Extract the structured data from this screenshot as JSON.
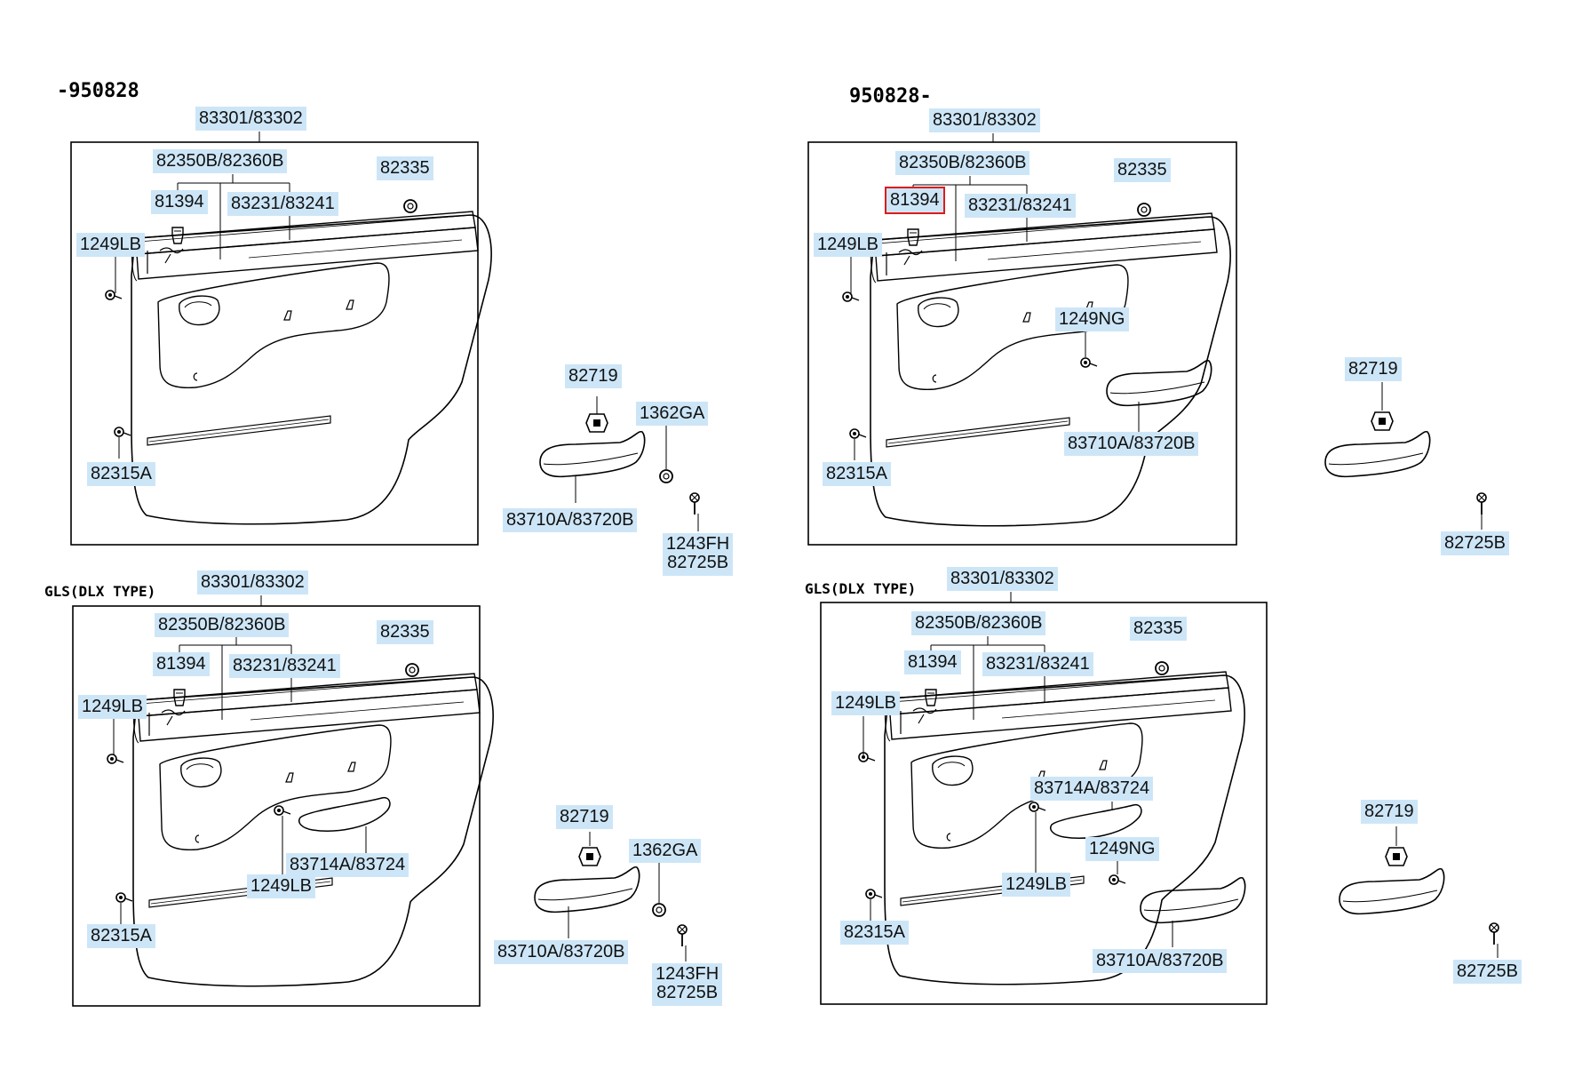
{
  "headers": {
    "q1": "-950828",
    "q2": "950828-",
    "q3": "GLS(DLX TYPE)",
    "q4": "GLS(DLX TYPE)"
  },
  "labels": {
    "q1": {
      "panel": "83301/83302",
      "trim": "82350B/82360B",
      "clip_top": "82335",
      "fastener": "81394",
      "weatherstrip": "83231/83241",
      "screw_side": "1249LB",
      "clip_bottom": "82315A",
      "cap": "82719",
      "handle": "83710A/83720B",
      "nut": "1362GA",
      "screw_cover_a": "1243FH",
      "screw_cover_b": "82725B"
    },
    "q2": {
      "panel": "83301/83302",
      "trim": "82350B/82360B",
      "clip_top": "82335",
      "fastener": "81394",
      "weatherstrip": "83231/83241",
      "screw_side": "1249LB",
      "screw_handle": "1249NG",
      "handle": "83710A/83720B",
      "clip_bottom": "82315A",
      "cap": "82719",
      "screw_cover": "82725B"
    },
    "q3": {
      "panel": "83301/83302",
      "trim": "82350B/82360B",
      "clip_top": "82335",
      "fastener": "81394",
      "weatherstrip": "83231/83241",
      "screw_side": "1249LB",
      "pull": "83714A/83724",
      "screw_pull": "1249LB",
      "clip_bottom": "82315A",
      "cap": "82719",
      "nut": "1362GA",
      "handle": "83710A/83720B",
      "screw_cover_a": "1243FH",
      "screw_cover_b": "82725B"
    },
    "q4": {
      "panel": "83301/83302",
      "trim": "82350B/82360B",
      "clip_top": "82335",
      "fastener": "81394",
      "weatherstrip": "83231/83241",
      "screw_side": "1249LB",
      "pull": "83714A/83724",
      "screw_handle": "1249NG",
      "screw_pull": "1249LB",
      "clip_bottom": "82315A",
      "handle": "83710A/83720B",
      "cap": "82719",
      "screw_cover": "82725B"
    }
  },
  "selected_part": "81394",
  "colors": {
    "label_fill": "#cde6f7",
    "selection": "#e01a1a",
    "line": "#000000"
  }
}
